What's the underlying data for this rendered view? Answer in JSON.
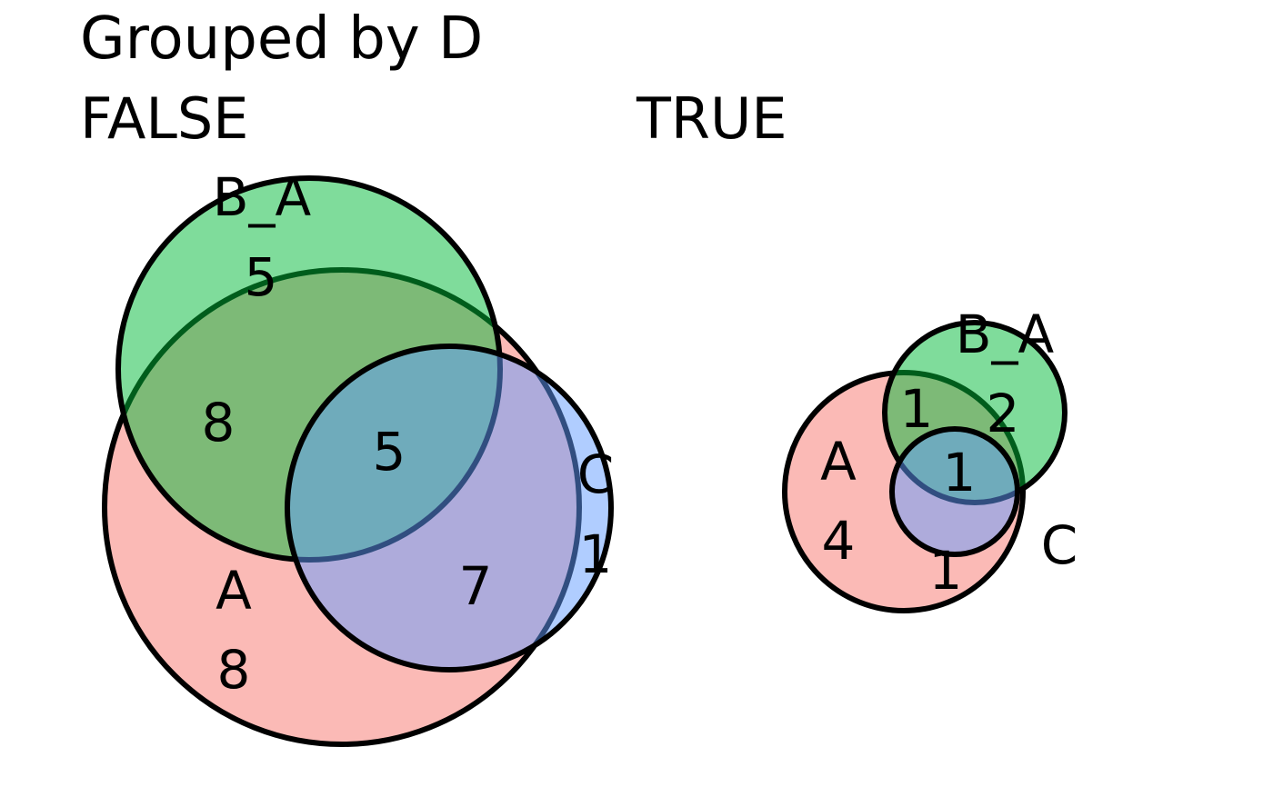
{
  "chart_data": {
    "type": "venn",
    "title": "Grouped by D",
    "colors": {
      "A": "#F8766D",
      "B_A": "#00BA38",
      "C": "#619CFF"
    },
    "panels": [
      {
        "label": "FALSE",
        "sets": [
          "A",
          "B_A",
          "C"
        ],
        "regions": [
          {
            "sets": [
              "B_A"
            ],
            "count": "5"
          },
          {
            "sets": [
              "A",
              "B_A"
            ],
            "count": "8"
          },
          {
            "sets": [
              "A",
              "B_A",
              "C"
            ],
            "count": "5"
          },
          {
            "sets": [
              "C"
            ],
            "count": "1"
          },
          {
            "sets": [
              "A",
              "C"
            ],
            "count": "7"
          },
          {
            "sets": [
              "A"
            ],
            "count": "8"
          }
        ]
      },
      {
        "label": "TRUE",
        "sets": [
          "A",
          "B_A",
          "C"
        ],
        "regions": [
          {
            "sets": [
              "A",
              "B_A"
            ],
            "count": "1"
          },
          {
            "sets": [
              "B_A"
            ],
            "count": "2"
          },
          {
            "sets": [
              "A",
              "B_A",
              "C"
            ],
            "count": "1"
          },
          {
            "sets": [
              "A"
            ],
            "count": "4"
          },
          {
            "sets": [
              "A",
              "C"
            ],
            "count": "1"
          }
        ]
      }
    ]
  }
}
